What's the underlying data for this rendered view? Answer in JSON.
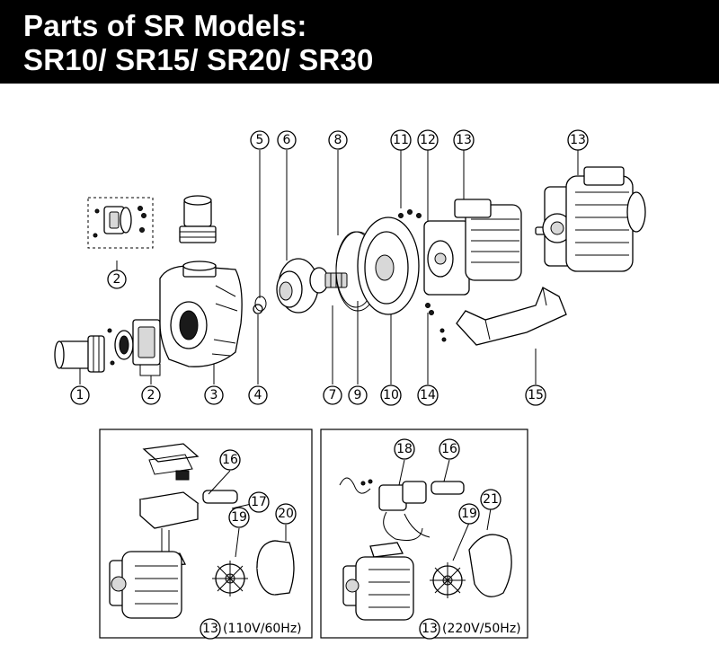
{
  "header": {
    "title_line1": "Parts of SR Models:",
    "title_line2": "SR10/ SR15/ SR20/ SR30"
  },
  "callouts": {
    "c1": "1",
    "c2a": "2",
    "c2b": "2",
    "c3": "3",
    "c4": "4",
    "c5": "5",
    "c6": "6",
    "c7": "7",
    "c8": "8",
    "c9": "9",
    "c10": "10",
    "c11": "11",
    "c12": "12",
    "c13a": "13",
    "c13b": "13",
    "c14": "14",
    "c15": "15",
    "c16a": "16",
    "c17": "17",
    "c19a": "19",
    "c20": "20",
    "c13c": "13",
    "c18": "18",
    "c16b": "16",
    "c19b": "19",
    "c21": "21",
    "c13d": "13"
  },
  "insets": {
    "left_voltage": "(110V/60Hz)",
    "right_voltage": "(220V/50Hz)"
  }
}
